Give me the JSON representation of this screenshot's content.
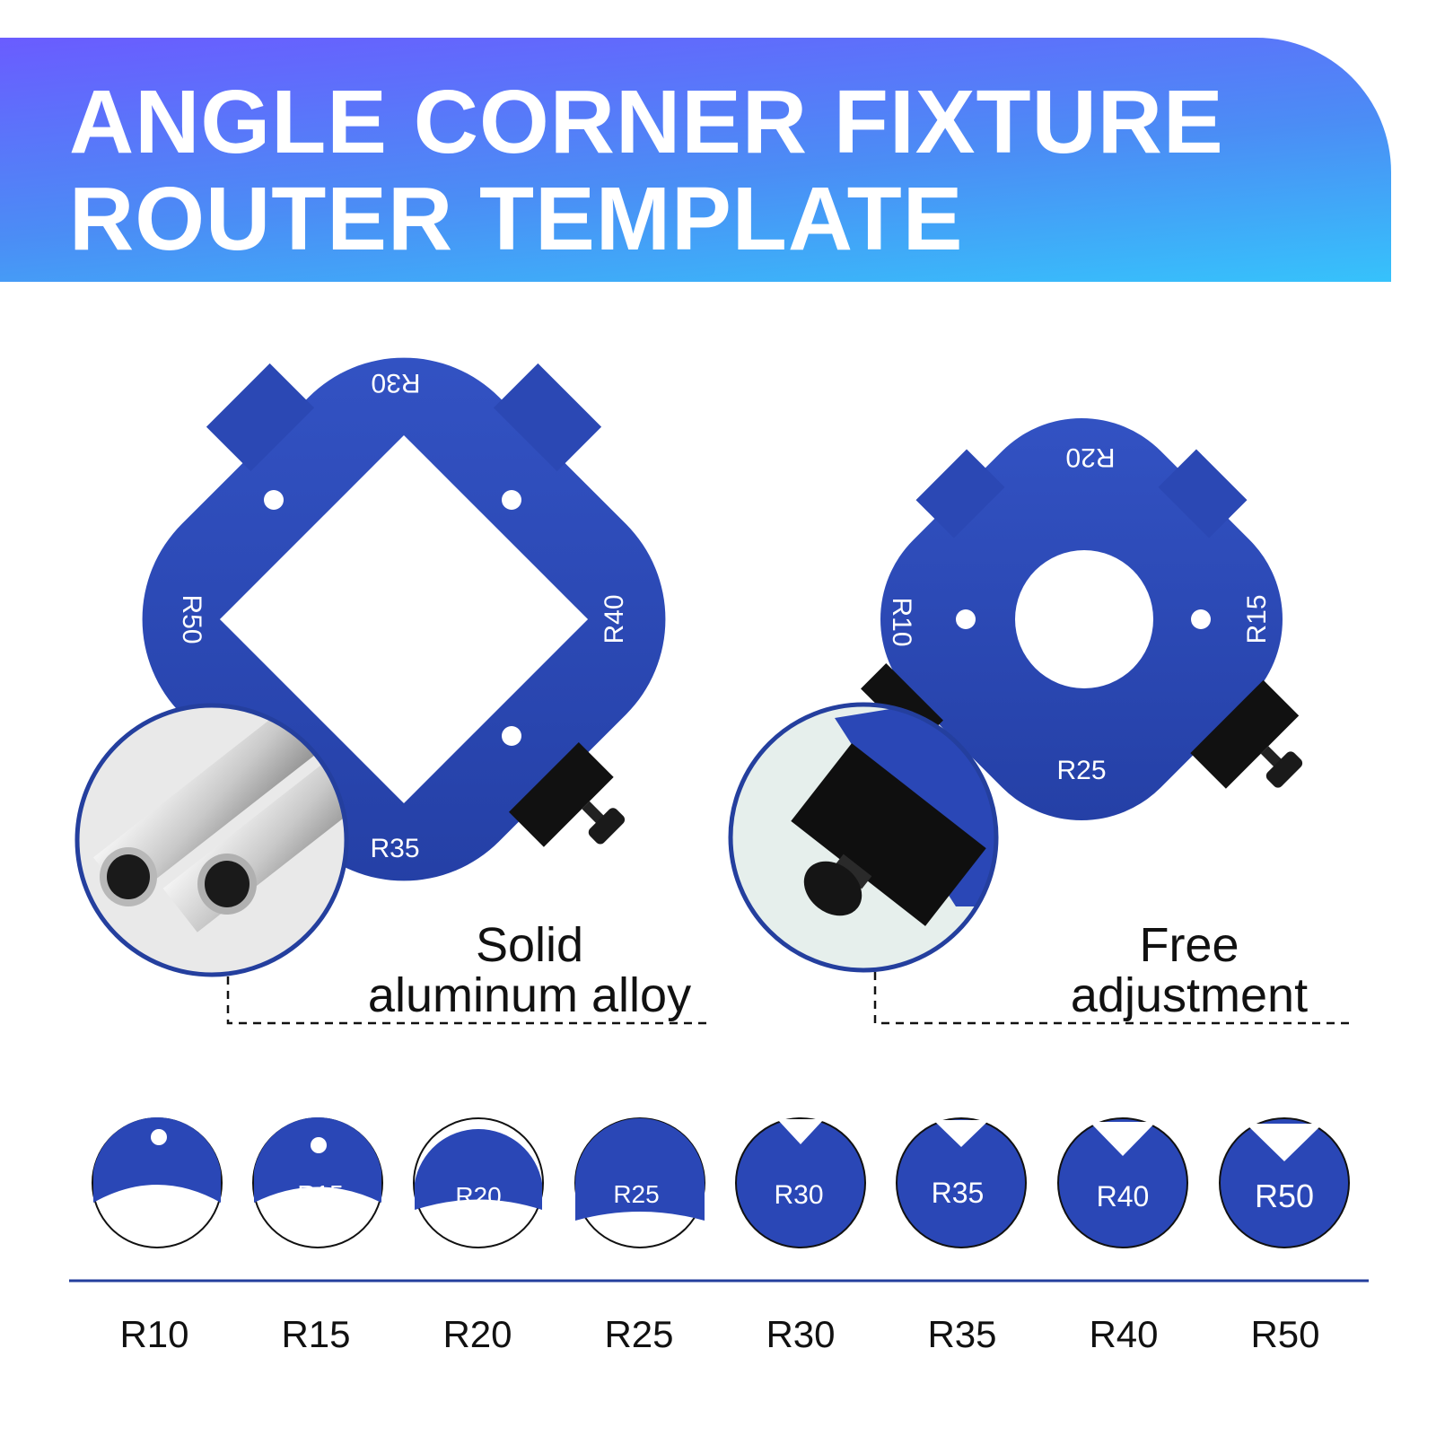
{
  "header": {
    "title_line1": "ANGLE CORNER FIXTURE",
    "title_line2": "ROUTER TEMPLATE"
  },
  "colors": {
    "banner_start": "#6a5cff",
    "banner_end": "#36c2fb",
    "template_blue": "#2a47b6",
    "divider": "#233e9c"
  },
  "large_template": {
    "labels": {
      "top": "R30",
      "left": "R50",
      "right": "R40",
      "bottom": "R35"
    }
  },
  "small_template": {
    "labels": {
      "top": "R20",
      "left": "R10",
      "right": "R15",
      "bottom": "R25"
    }
  },
  "features": {
    "material": {
      "line1": "Solid",
      "line2": "aluminum alloy"
    },
    "adjustment": {
      "line1": "Free",
      "line2": "adjustment"
    }
  },
  "radii": [
    "R10",
    "R15",
    "R20",
    "R25",
    "R30",
    "R35",
    "R40",
    "R50"
  ]
}
